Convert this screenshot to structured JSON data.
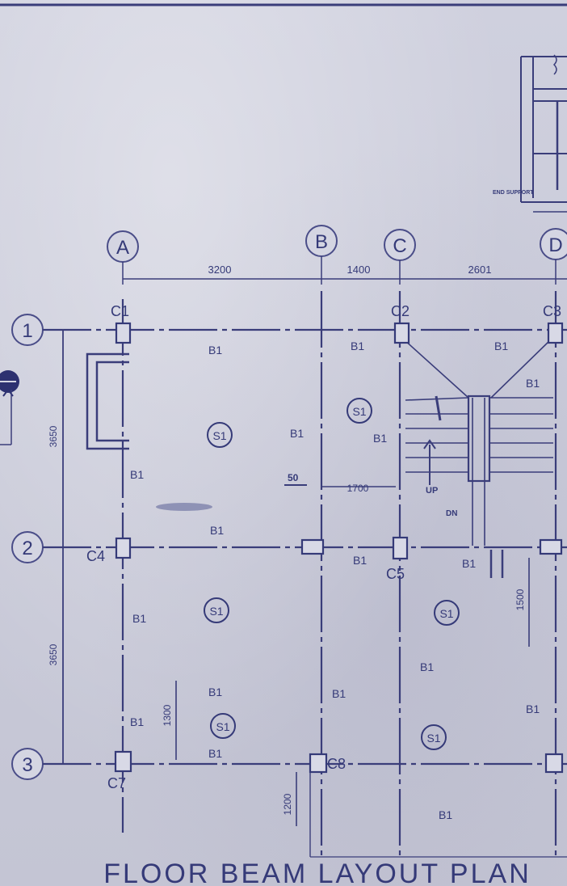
{
  "title": "FLOOR BEAM LAYOUT PLAN",
  "grid_columns": [
    "A",
    "B",
    "C",
    "D"
  ],
  "grid_rows": [
    "1",
    "2",
    "3"
  ],
  "top_dims": [
    "3200",
    "1400",
    "2601"
  ],
  "left_dims": [
    "3650",
    "3650"
  ],
  "columns": [
    "C1",
    "C2",
    "C3",
    "C4",
    "C5",
    "C7",
    "C8"
  ],
  "beam_label": "B1",
  "slab_label": "S1",
  "notes": {
    "stair_up": "UP",
    "stair_dn": "DN",
    "dim_1700": "1700",
    "dim_50": "50",
    "dim_1500": "1500",
    "dim_1300": "1300",
    "dim_1200": "1200",
    "support_note": "END SUPPORT"
  },
  "colors": {
    "ink": "#353a78",
    "paper": "#c9cad8"
  }
}
